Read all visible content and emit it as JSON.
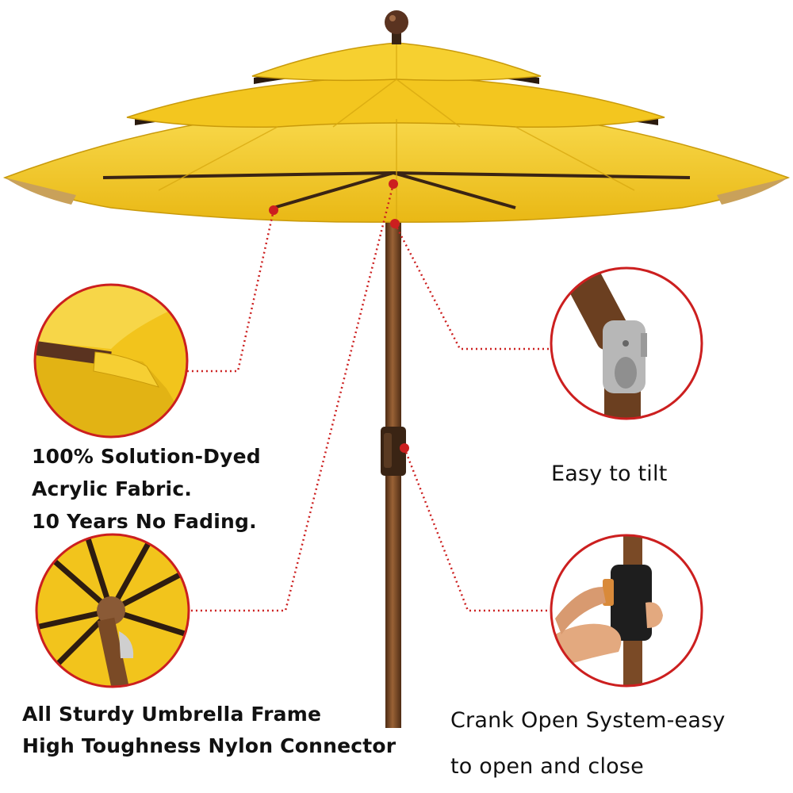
{
  "colors": {
    "canopy": "#f2c41c",
    "canopy_shadow": "#d9a90c",
    "canopy_highlight": "#f8d84a",
    "pole": "#7a4a26",
    "pole_dark": "#4e2c14",
    "callout_red": "#cc1f1f",
    "rib": "#3a2414",
    "skin": "#e3a97f",
    "metal": "#b7b7b7"
  },
  "icons": {
    "finial": "ball-finial-icon",
    "marker": "red-dot-marker-icon"
  },
  "features": {
    "fabric": {
      "lines": [
        "100% Solution-Dyed",
        "Acrylic Fabric.",
        "10 Years No Fading."
      ]
    },
    "frame": {
      "lines": [
        "All Sturdy Umbrella Frame",
        "High Toughness Nylon Connector"
      ]
    },
    "tilt": {
      "label": "Easy to tilt"
    },
    "crank": {
      "lines": [
        "Crank Open System-easy",
        "to open and close"
      ]
    }
  }
}
